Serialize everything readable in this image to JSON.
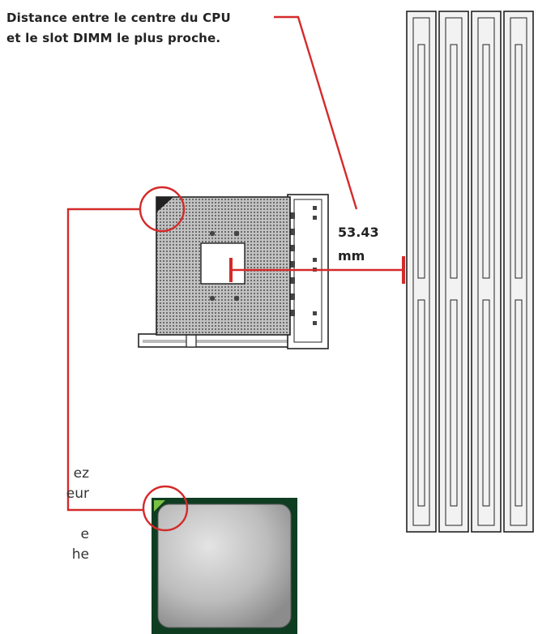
{
  "callout": {
    "line1": "Distance entre le centre du CPU",
    "line2": "et le slot DIMM le plus proche."
  },
  "measurement": {
    "value": "53.43",
    "unit": "mm"
  },
  "left_caption_fragments": [
    "ez",
    "eur",
    "",
    "e",
    "he"
  ],
  "colors": {
    "accent": "#d42a2a",
    "outline": "#222222",
    "socket_fill": "#9a9a9a",
    "dimm_fill": "#f2f2f2",
    "pcb_green": "#0f3d22",
    "cpu_gray": "#bdbdbd"
  },
  "icons": [
    "cpu-socket-icon",
    "dimm-slot-icon",
    "cpu-chip-icon"
  ]
}
